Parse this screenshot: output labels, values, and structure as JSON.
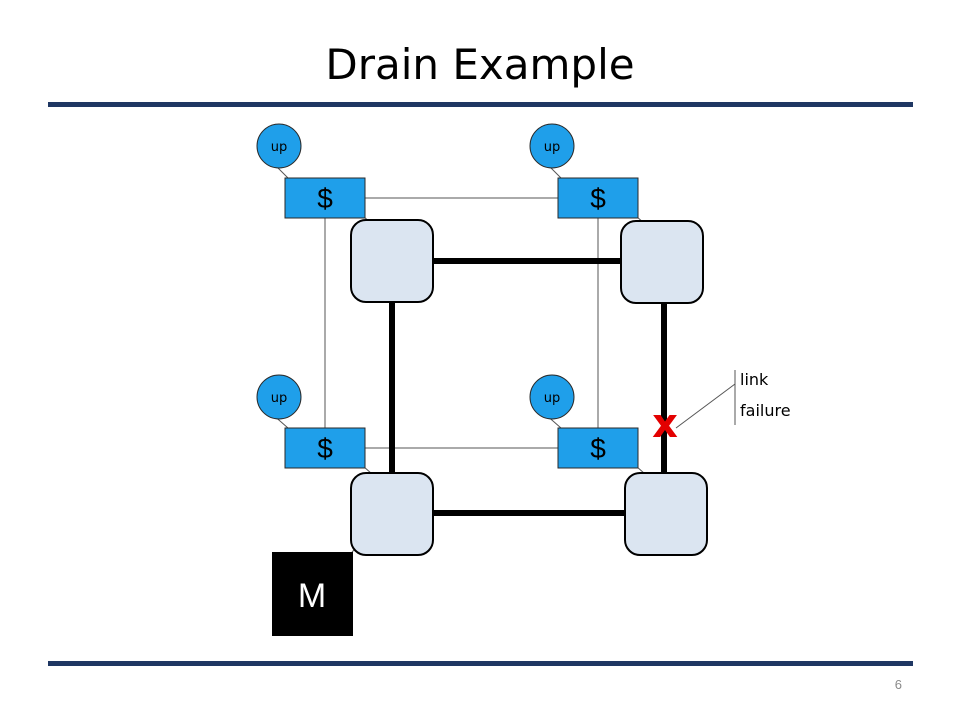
{
  "slide": {
    "title": "Drain Example",
    "slide_number": "6",
    "rule_color": "#1f3763"
  },
  "diagram": {
    "colors": {
      "router_fill": "#dbe5f1",
      "cache_fill": "#1f9fea",
      "up_fill": "#1f9fea",
      "monitor_fill": "#000000",
      "failure_color": "#e30000"
    },
    "up_badges": [
      "up",
      "up",
      "up",
      "up"
    ],
    "caches": [
      "$",
      "$",
      "$",
      "$"
    ],
    "monitor_label": "M",
    "failure_mark": "x",
    "annotation": [
      "link",
      "failure"
    ]
  }
}
